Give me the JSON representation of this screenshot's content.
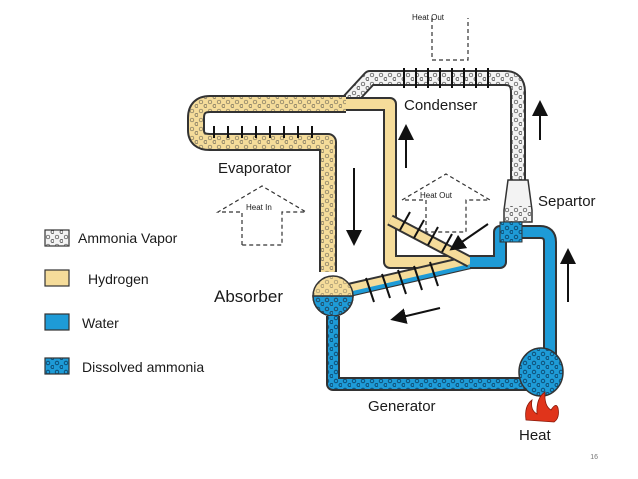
{
  "labels": {
    "heat_out_top": "Heat Out",
    "condenser": "Condenser",
    "evaporator": "Evaporator",
    "heat_in": "Heat In",
    "heat_out_mid": "Heat Out",
    "separator": "Separtor",
    "absorber": "Absorber",
    "generator": "Generator",
    "heat": "Heat"
  },
  "legend": [
    {
      "key": "ammonia_vapor",
      "label": "Ammonia Vapor",
      "swatch": "ammonia-vapor"
    },
    {
      "key": "hydrogen",
      "label": "Hydrogen",
      "swatch": "hydrogen"
    },
    {
      "key": "water",
      "label": "Water",
      "swatch": "water"
    },
    {
      "key": "dissolved_ammonia",
      "label": "Dissolved ammonia",
      "swatch": "dissolved-ammonia"
    }
  ],
  "slide_number": "16",
  "colors": {
    "hydrogen": "#f5dc9a",
    "water": "#1e9bd7",
    "vapor": "#f3f3f3",
    "outline": "#3a3a3a",
    "flame": "#e0341b"
  }
}
